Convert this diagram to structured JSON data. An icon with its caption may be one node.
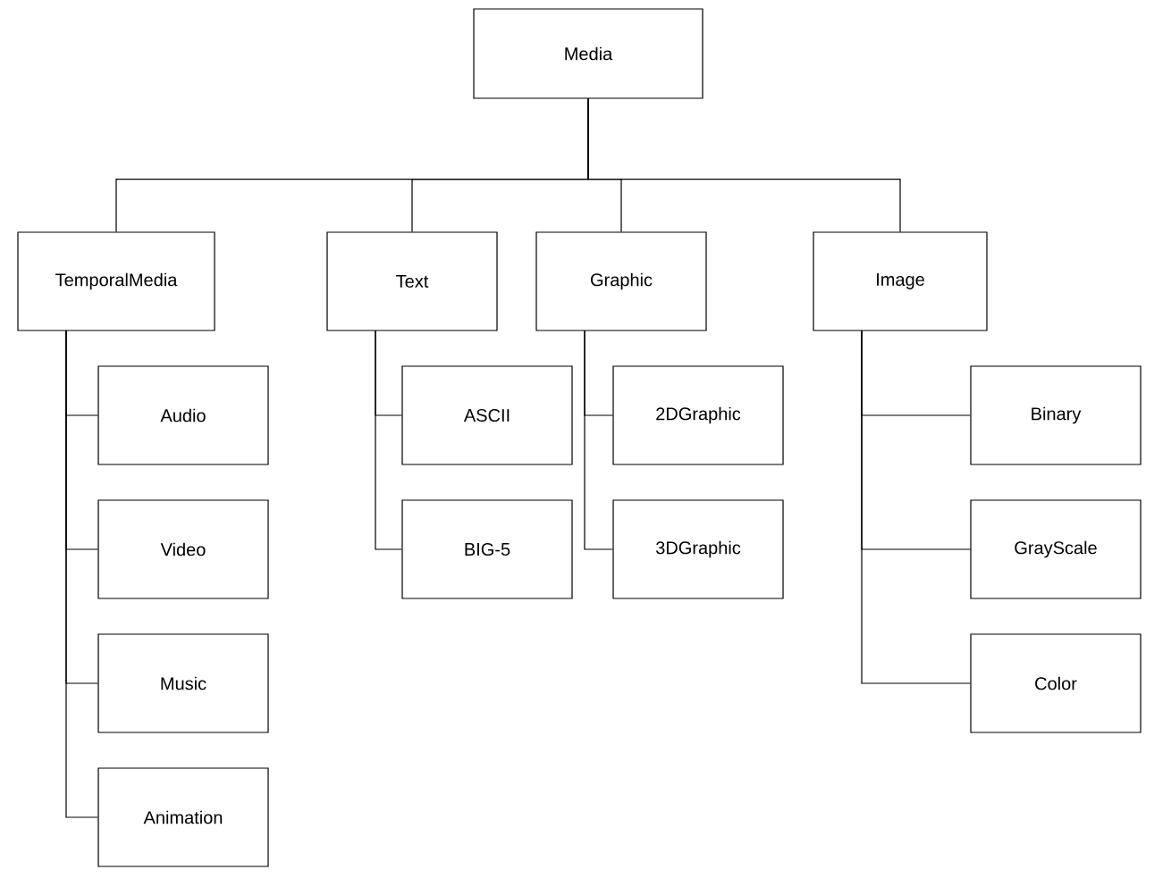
{
  "diagram": {
    "nodes": [
      {
        "text": [
          "Media"
        ]
      },
      {
        "text": [
          "TemporalMedia"
        ]
      },
      {
        "text": [
          "Text"
        ]
      },
      {
        "text": [
          "Graphic"
        ]
      },
      {
        "text": [
          "Image"
        ]
      },
      {
        "text": [
          "Audio"
        ]
      },
      {
        "text": [
          "Video"
        ]
      },
      {
        "text": [
          "Music"
        ]
      },
      {
        "text": [
          "Animation"
        ]
      },
      {
        "text": [
          "ASCII"
        ]
      },
      {
        "text": [
          "BIG-5"
        ]
      },
      {
        "text": [
          "2DGraphic"
        ]
      },
      {
        "text": [
          "3DGraphic"
        ]
      },
      {
        "text": [
          "Binary"
        ]
      },
      {
        "text": [
          "GrayScale"
        ]
      },
      {
        "text": [
          "Color"
        ]
      }
    ],
    "edges": [
      {
        "from": 0,
        "to": 1,
        "arrow": "none"
      },
      {
        "from": 0,
        "to": 2,
        "arrow": "none"
      },
      {
        "from": 0,
        "to": 3,
        "arrow": "none"
      },
      {
        "from": 0,
        "to": 4,
        "arrow": "none"
      },
      {
        "from": 1,
        "to": 5,
        "arrow": "none"
      },
      {
        "from": 1,
        "to": 6,
        "arrow": "none"
      },
      {
        "from": 1,
        "to": 7,
        "arrow": "none"
      },
      {
        "from": 1,
        "to": 8,
        "arrow": "none"
      },
      {
        "from": 2,
        "to": 9,
        "arrow": "none"
      },
      {
        "from": 2,
        "to": 10,
        "arrow": "none"
      },
      {
        "from": 3,
        "to": 11,
        "arrow": "none"
      },
      {
        "from": 3,
        "to": 12,
        "arrow": "none"
      },
      {
        "from": 4,
        "to": 13,
        "arrow": "none"
      },
      {
        "from": 4,
        "to": 14,
        "arrow": "none"
      },
      {
        "from": 4,
        "to": 15,
        "arrow": "none"
      }
    ]
  }
}
